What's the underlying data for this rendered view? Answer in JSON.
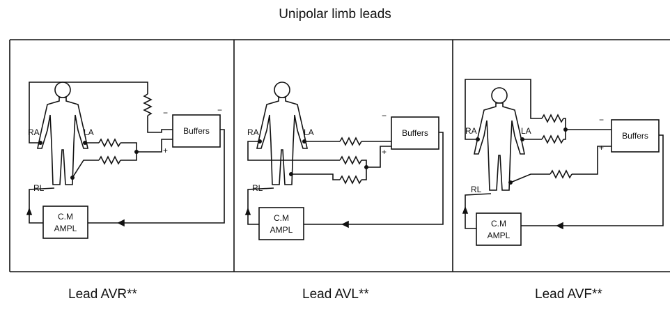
{
  "title": "Unipolar limb leads",
  "panels": [
    {
      "caption": "Lead AVR**"
    },
    {
      "caption": "Lead AVL**"
    },
    {
      "caption": "Lead AVF**"
    }
  ],
  "labels": {
    "ra": "RA",
    "la": "LA",
    "rl": "RL",
    "buffers": "Buffers",
    "cm_line1": "C.M",
    "cm_line2": "AMPL",
    "minus": "−",
    "plus": "+"
  }
}
